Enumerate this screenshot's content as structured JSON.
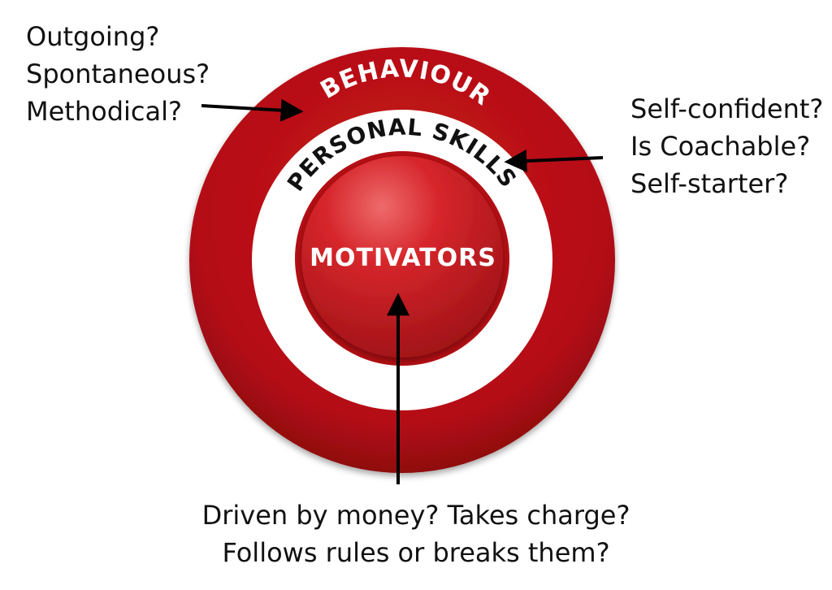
{
  "diagram": {
    "rings": {
      "outer_label": "BEHAVIOUR",
      "middle_label": "PERSONAL SKILLS",
      "center_label": "MOTIVATORS"
    },
    "notes": {
      "behaviour": [
        "Outgoing?",
        "Spontaneous?",
        "Methodical?"
      ],
      "skills": [
        "Self-confident?",
        "Is Coachable?",
        "Self-starter?"
      ],
      "motivators": [
        "Driven by money? Takes charge?",
        "Follows rules or breaks them?"
      ]
    },
    "colors": {
      "ring_red": "#b40f14",
      "ring_dark": "#8f0b10",
      "center_light": "#e8585a",
      "center_dark": "#a9141a",
      "white": "#ffffff",
      "text": "#111111"
    }
  }
}
